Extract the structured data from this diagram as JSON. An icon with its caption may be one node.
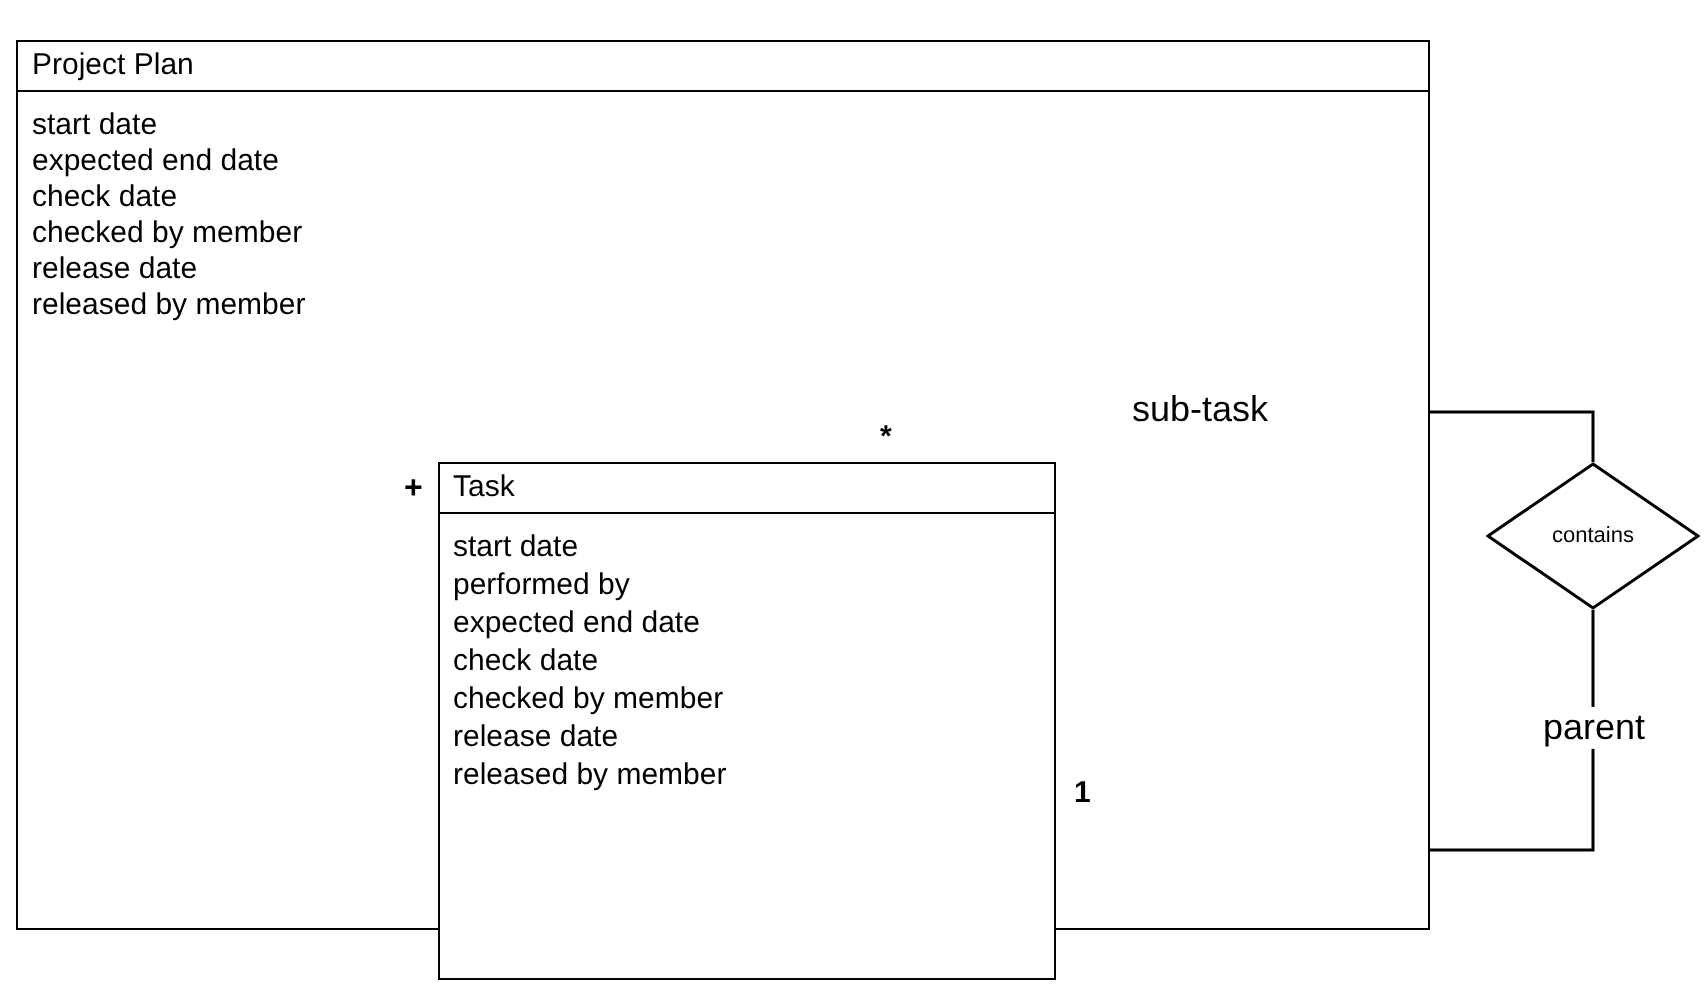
{
  "diagram": {
    "nodes": [
      {
        "text": [
          "Project Plan",
          "start date",
          "expected end date",
          "check date",
          "checked by member",
          "release date",
          "released by member"
        ]
      },
      {
        "text": [
          "Task",
          "start date",
          "performed by",
          "expected end date",
          "check date",
          "checked by member",
          "release date",
          "released by member"
        ],
        "in": 0
      },
      {
        "text": [
          "contains"
        ]
      }
    ],
    "edges": [
      {
        "from": 1,
        "to": 2,
        "arrow": "none",
        "label": "sub-task"
      },
      {
        "from": 1,
        "to": 2,
        "arrow": "none",
        "label": "parent"
      }
    ],
    "labels": [
      "*",
      "+",
      "1"
    ]
  }
}
